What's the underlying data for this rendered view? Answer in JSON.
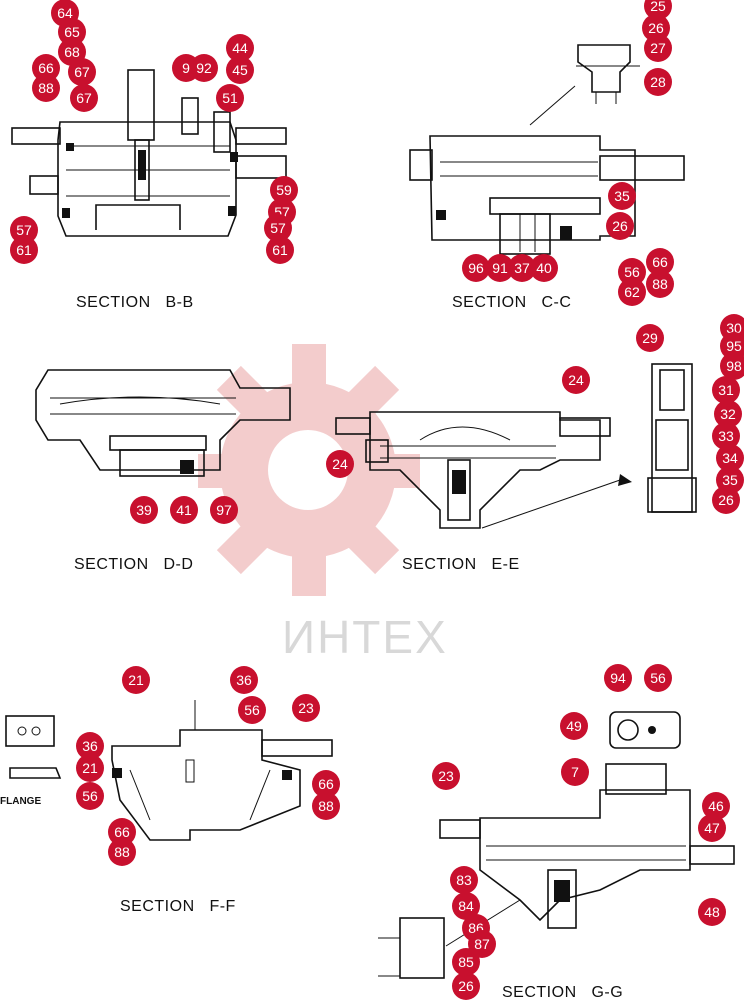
{
  "sections": {
    "bb": "SECTION   B-B",
    "cc": "SECTION   C-C",
    "dd": "SECTION   D-D",
    "ee": "SECTION   E-E",
    "ff": "SECTION   F-F",
    "gg": "SECTION   G-G"
  },
  "labels": {
    "flange": "FLANGE"
  },
  "watermark": {
    "text": "ИНТЕХ",
    "logo": "gear-logo"
  },
  "colors": {
    "callout": "#c8102e",
    "watermark": "#f2c4c4"
  },
  "callouts": [
    "64",
    "65",
    "68",
    "66",
    "88",
    "67",
    "67",
    "9",
    "92",
    "44",
    "45",
    "51",
    "59",
    "57",
    "57",
    "61",
    "57",
    "61",
    "25",
    "26",
    "27",
    "28",
    "35",
    "26",
    "96",
    "91",
    "37",
    "40",
    "56",
    "66",
    "62",
    "88",
    "29",
    "30",
    "95",
    "98",
    "31",
    "32",
    "33",
    "34",
    "35",
    "26",
    "24",
    "24",
    "39",
    "41",
    "97",
    "21",
    "36",
    "56",
    "23",
    "36",
    "21",
    "56",
    "66",
    "88",
    "66",
    "88",
    "94",
    "56",
    "49",
    "7",
    "23",
    "46",
    "47",
    "48",
    "83",
    "84",
    "86",
    "87",
    "85",
    "26"
  ]
}
